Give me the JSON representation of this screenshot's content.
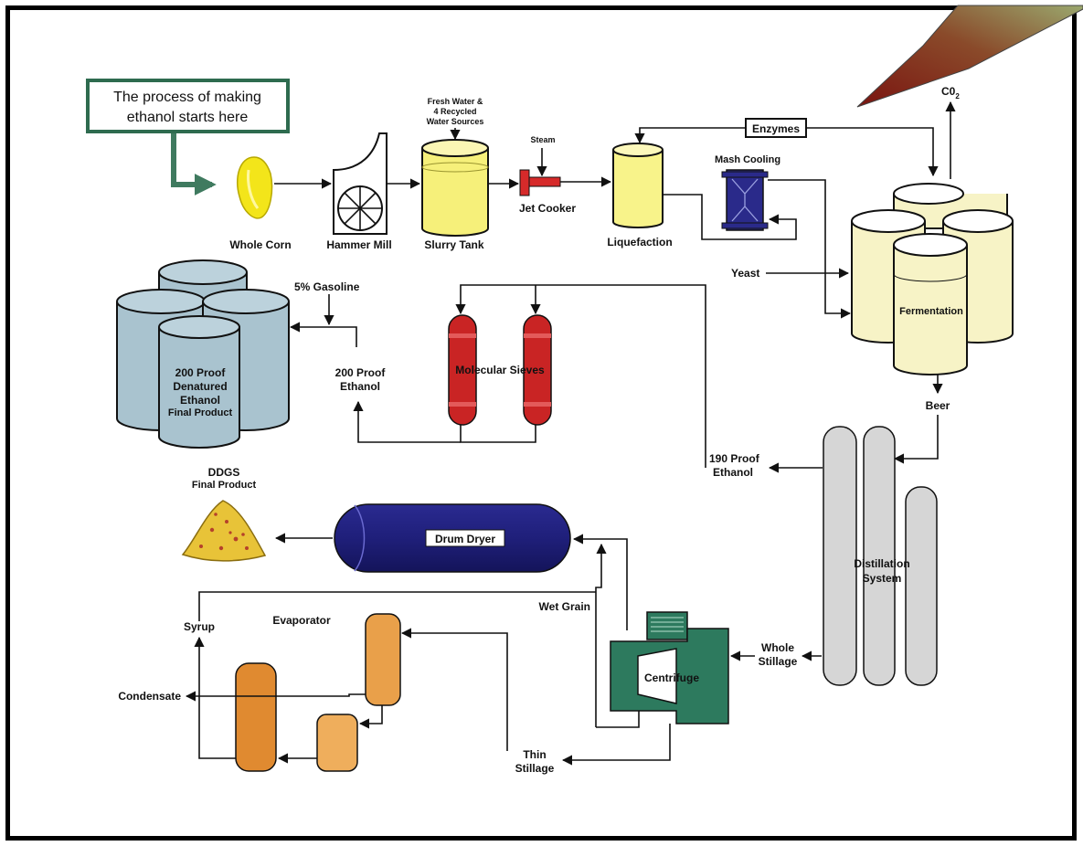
{
  "callout": {
    "line1": "The process of making",
    "line2": "ethanol starts here"
  },
  "labels": {
    "whole_corn": "Whole Corn",
    "hammer_mill": "Hammer Mill",
    "fresh_water_1": "Fresh Water &",
    "fresh_water_2": "4 Recycled",
    "fresh_water_3": "Water Sources",
    "slurry_tank": "Slurry Tank",
    "steam": "Steam",
    "jet_cooker": "Jet Cooker",
    "liquefaction": "Liquefaction",
    "enzymes": "Enzymes",
    "co2_main": "C0",
    "co2_sub": "2",
    "mash_cooling": "Mash Cooling",
    "yeast": "Yeast",
    "fermentation": "Fermentation",
    "beer": "Beer",
    "gasoline": "5% Gasoline",
    "denatured_1": "200 Proof",
    "denatured_2": "Denatured",
    "denatured_3": "Ethanol",
    "denatured_4": "Final Product",
    "proof200_1": "200 Proof",
    "proof200_2": "Ethanol",
    "molecular_sieves": "Molecular Sieves",
    "proof190_1": "190 Proof",
    "proof190_2": "Ethanol",
    "distillation_1": "Distillation",
    "distillation_2": "System",
    "ddgs_1": "DDGS",
    "ddgs_2": "Final Product",
    "drum_dryer": "Drum Dryer",
    "wet_grain": "Wet Grain",
    "syrup": "Syrup",
    "evaporator": "Evaporator",
    "whole_stillage_1": "Whole",
    "whole_stillage_2": "Stillage",
    "centrifuge": "Centrifuge",
    "condensate": "Condensate",
    "thin_stillage_1": "Thin",
    "thin_stillage_2": "Stillage"
  },
  "colors": {
    "frame": "#000000",
    "callout_border": "#2e6b4f",
    "callout_arrow": "#3f7a5f",
    "corn": "#f3e51a",
    "slurry_tank": "#f6f07a",
    "liquefaction": "#f8f38a",
    "jet_cooker": "#d62a2a",
    "mash_cooling": "#2a2a8a",
    "fermentation_top": "#ffffff",
    "fermentation_liquid": "#f7f3c6",
    "storage_tank": "#a9c3cf",
    "sieves": "#c92424",
    "distillation": "#d6d6d6",
    "drum_dryer": "#1f1f7a",
    "centrifuge": "#2d7a5e",
    "evaporator": "#e9a04a",
    "ddgs": "#e8c338",
    "pointer_dark": "#7a1410",
    "pointer_light": "#9aa86e"
  },
  "icons": [
    "pointer-arrow-icon",
    "corn-kernel-icon",
    "hammer-mill-icon",
    "ddgs-pile-icon"
  ]
}
